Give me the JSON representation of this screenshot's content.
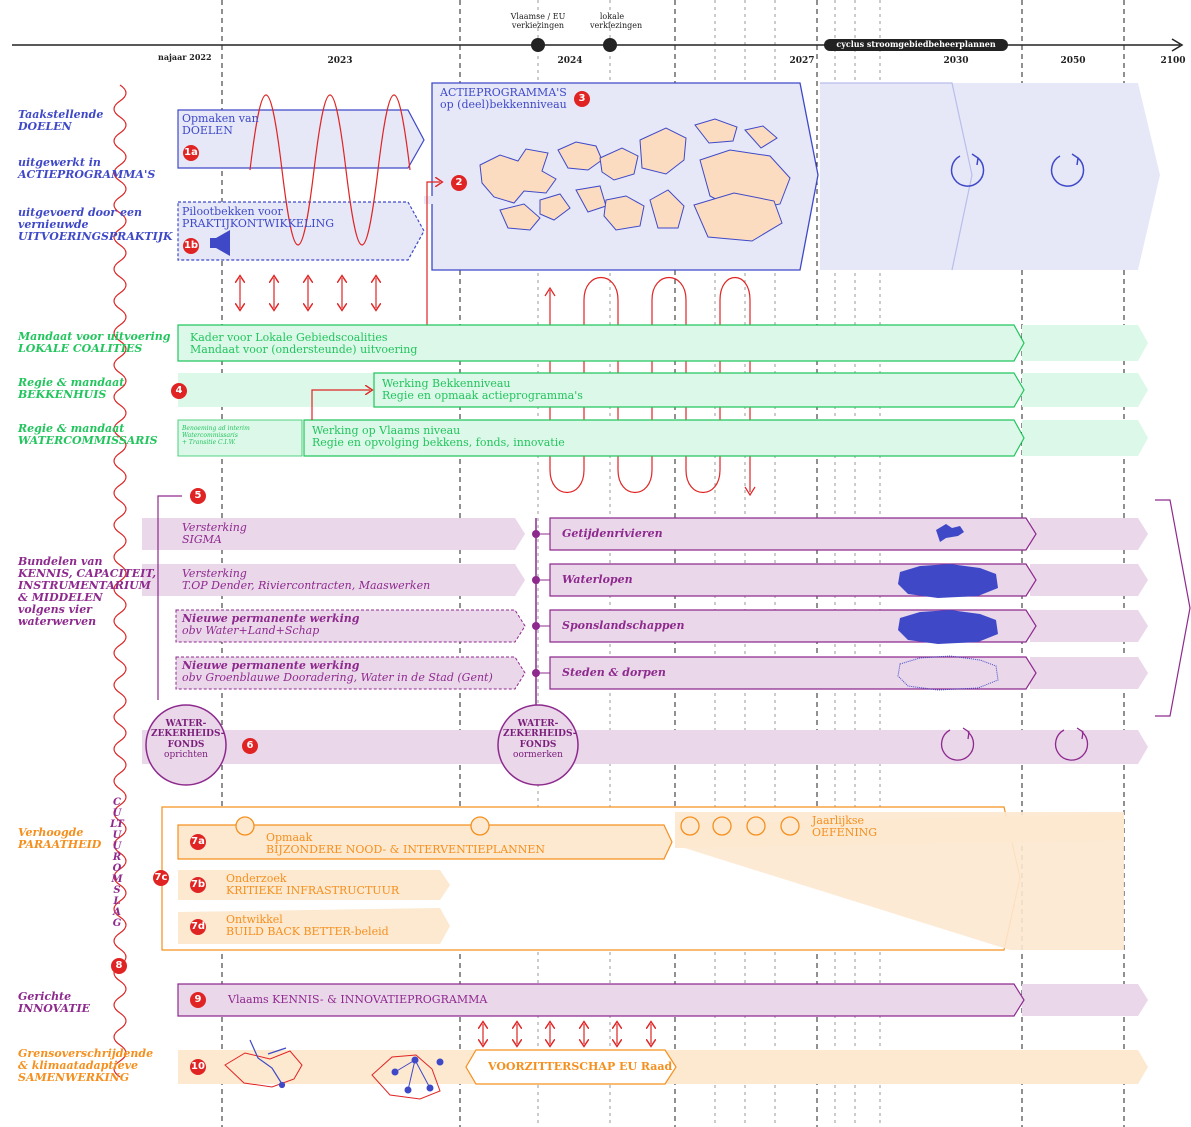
{
  "timeline": {
    "years": [
      "najaar 2022",
      "2023",
      "2024",
      "2027",
      "2030",
      "2050",
      "2100"
    ],
    "events": [
      "Vlaamse / EU verkiezingen",
      "lokale verkiezingen"
    ],
    "cycle_label": "cyclus stroomgebiedbeheerplannen"
  },
  "left_labels": {
    "doelen": [
      "Taakstellende",
      "DOELEN"
    ],
    "actieprog": [
      "uitgewerkt in",
      "ACTIEPROGRAMMA'S"
    ],
    "praktijk": [
      "uitgevoerd door een",
      "vernieuwde",
      "UITVOERINGSPRAKTIJK"
    ],
    "mandaat": [
      "Mandaat voor uitvoering",
      "LOKALE COALITIES"
    ],
    "bekken": [
      "Regie & mandaat",
      "BEKKENHUIS"
    ],
    "watercomm": [
      "Regie & mandaat",
      "WATERCOMMISSARIS"
    ],
    "bundelen": [
      "Bundelen van",
      "KENNIS, CAPACITEIT,",
      "INSTRUMENTARIUM",
      "& MIDDELEN",
      "volgens vier",
      "waterwerven"
    ],
    "paraatheid": [
      "Verhoogde",
      "PARAATHEID"
    ],
    "cultuur": "CULTUUROMSLAG",
    "innovatie": [
      "Gerichte",
      "INNOVATIE"
    ],
    "grens": [
      "Grensoverschrijdende",
      "& klimaatadaptieve",
      "SAMENWERKING"
    ]
  },
  "bars": {
    "b1a": [
      "Opmaken van",
      "DOELEN"
    ],
    "b1b": [
      "Pilootbekken voor",
      "PRAKTIJKONTWIKKELING"
    ],
    "b3": [
      "ACTIEPROGRAMMA'S",
      "op (deel)bekkenniveau"
    ],
    "lokale": [
      "Kader voor Lokale Gebiedscoalities",
      "Mandaat voor (ondersteunde) uitvoering"
    ],
    "bekkenniveau": [
      "Werking Bekkenniveau",
      "Regie en opmaak actieprogramma's"
    ],
    "vlaams": [
      "Werking op Vlaams niveau",
      "Regie en opvolging bekkens, fonds, innovatie"
    ],
    "interim": [
      "Benoeming ad interim",
      "Watercommissaris",
      "+ Transitie C.I.W."
    ],
    "sigma": [
      "Versterking",
      "SIGMA"
    ],
    "top": [
      "Versterking",
      "T.OP Dender, Riviercontracten, Maaswerken"
    ],
    "nieuw1": [
      "Nieuwe permanente werking",
      "obv Water+Land+Schap"
    ],
    "nieuw2": [
      "Nieuwe permanente werking",
      "obv Groenblauwe Dooradering, Water in de Stad (Gent)"
    ],
    "werven": [
      "Getijdenrivieren",
      "Waterlopen",
      "Sponslandschappen",
      "Steden & dorpen"
    ],
    "fund1": [
      "WATER-",
      "ZEKERHEIDS-",
      "FONDS",
      "oprichten"
    ],
    "fund2": [
      "WATER-",
      "ZEKERHEIDS-",
      "FONDS",
      "oormerken"
    ],
    "b7a": [
      "Opmaak",
      "BIJZONDERE NOOD- & INTERVENTIEPLANNEN"
    ],
    "b7b": [
      "Onderzoek",
      "KRITIEKE INFRASTRUCTUUR"
    ],
    "b7d": [
      "Ontwikkel",
      "BUILD BACK BETTER-beleid"
    ],
    "oefening": [
      "Jaarlijkse",
      "OEFENING"
    ],
    "innov": "Vlaams KENNIS- & INNOVATIEPROGRAMMA",
    "voorzitter": "VOORZITTERSCHAP EU Raad"
  },
  "numbers": [
    "1a",
    "1b",
    "2",
    "3",
    "4",
    "5",
    "6",
    "7a",
    "7b",
    "7c",
    "7d",
    "8",
    "9",
    "10"
  ],
  "colors": {
    "blue": "#3f49c8",
    "blue_fill": "#e6e8f8",
    "green": "#22c55e",
    "green_fill": "#dcf8e8",
    "purple": "#8e2a8e",
    "purple_fill": "#ead7ea",
    "orange": "#f5901e",
    "orange_fill": "#fde8d0",
    "red": "#e02424",
    "basin": "#fbdcc0"
  }
}
